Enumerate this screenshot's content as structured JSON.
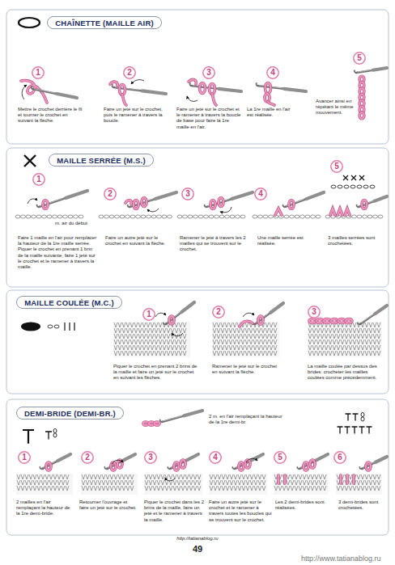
{
  "diagram": {
    "nodes": [
      {
        "text": [
          "CHAÎNETTE (MAILLE AIR)"
        ]
      },
      {
        "text": [
          "1"
        ]
      },
      {
        "text": [
          "2"
        ]
      },
      {
        "text": [
          "3"
        ]
      },
      {
        "text": [
          "4"
        ]
      },
      {
        "text": [
          "5"
        ]
      },
      {
        "text": [
          "MAILLE SERRÉE (M.S.)"
        ]
      },
      {
        "text": [
          "1"
        ]
      },
      {
        "text": [
          "2"
        ]
      },
      {
        "text": [
          "3"
        ]
      },
      {
        "text": [
          "4"
        ]
      },
      {
        "text": [
          "5"
        ]
      },
      {
        "text": [
          "MAILLE COULÉE (M.C.)"
        ]
      },
      {
        "text": [
          "1"
        ]
      },
      {
        "text": [
          "2"
        ]
      },
      {
        "text": [
          "3"
        ]
      },
      {
        "text": [
          "DEMI-BRIDE (DEMI-BR.)"
        ]
      },
      {
        "text": [
          "1"
        ]
      },
      {
        "text": [
          "2"
        ]
      },
      {
        "text": [
          "3"
        ]
      },
      {
        "text": [
          "4"
        ]
      },
      {
        "text": [
          "5"
        ]
      },
      {
        "text": [
          "6"
        ]
      }
    ],
    "labels": [
      "Mettre le crochet derrière le fil et tourner le crochet en suivant la flèche.",
      "Faire un jeté sur le crochet, puis le ramener à travers la boucle.",
      "Faire un jeté sur le crochet et le ramener à travers la boucle de base pour faire la 1re maille en l'air.",
      "La 1re maille en l'air est réalisée.",
      "Avancer ainsi en répétant le même mouvement.",
      "m. air du début",
      "Faire 1 maille en l'air pour remplacer la hauteur de la 1re maille serrée. Piquer le crochet en prenant 1 brin de la maille suivante, faire 1 jeté sur le crochet et le ramener à travers la maille.",
      "Faire un autre jeté sur le crochet en suivant la flèche.",
      "Ramener le jeté à travers les 2 mailles qui se trouvent sur le crochet.",
      "Une maille serrée est réalisée.",
      "3 mailles serrées sont crochetées.",
      "Piquer le crochet en prenant 2 brins de la maille et faire un jeté sur le crochet en suivant les flèches.",
      "Ramener le jeté sur le crochet en suivant la flèche.",
      "La maille coulée par dessus des brides: crocheter les mailles coulées comme précédemment.",
      "2 m. en l'air remplaçant la hauteur de la 1re demi-br.",
      "2 mailles en l'air remplaçant la hauteur de la 1re demi-bride.",
      "Retourner l'ouvrage et faire un jeté sur le crochet.",
      "Piquer le crochet dans les 2 brins de la maille, faire un jeté et le ramener à travers la maille.",
      "Faire un autre jeté sur le crochet et le ramener à travers toutes les boucles qui se trouvent sur le crochet.",
      "Les 2 demi-brides sont réalisées.",
      "3 demi-brides sont crochetées.",
      "http://tatianablog.ru",
      "49",
      "http://www.tatianablog.ru"
    ]
  }
}
